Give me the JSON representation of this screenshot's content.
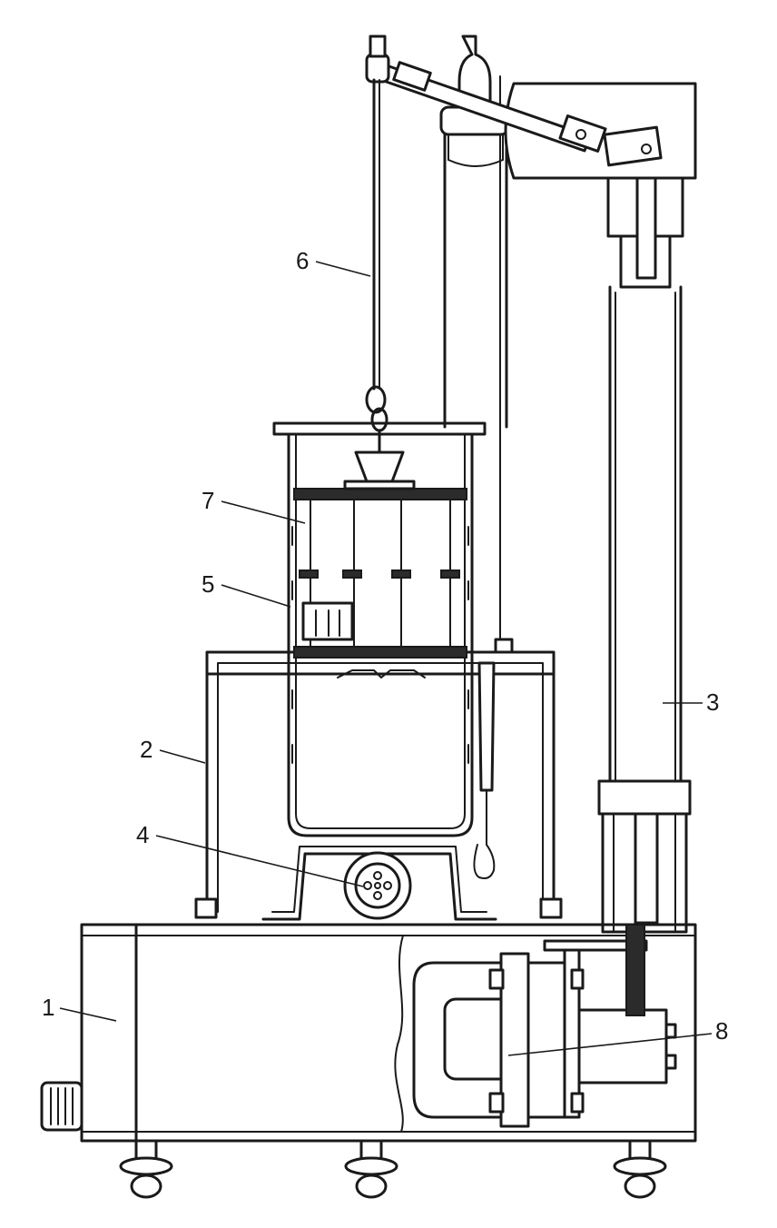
{
  "diagram": {
    "callouts": [
      {
        "id": "1",
        "label": "1"
      },
      {
        "id": "2",
        "label": "2"
      },
      {
        "id": "3",
        "label": "3"
      },
      {
        "id": "4",
        "label": "4"
      },
      {
        "id": "5",
        "label": "5"
      },
      {
        "id": "6",
        "label": "6"
      },
      {
        "id": "7",
        "label": "7"
      },
      {
        "id": "8",
        "label": "8"
      }
    ],
    "colors": {
      "ink": "#1a1a1a",
      "paper": "#ffffff"
    }
  }
}
